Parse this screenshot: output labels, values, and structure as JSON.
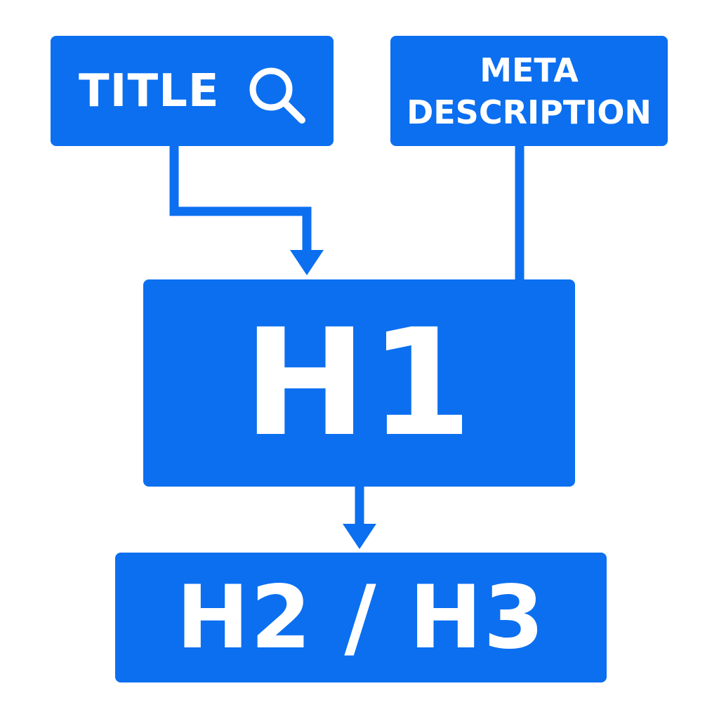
{
  "diagram": {
    "title_label": "TITLE",
    "title_icon": "search-icon",
    "meta_line1": "META",
    "meta_line2": "DESCRIPTION",
    "h1_label": "H1",
    "h23_label": "H2 / H3"
  },
  "colors": {
    "box_fill": "#0b6ff0",
    "text": "#ffffff",
    "background": "#ffffff"
  }
}
